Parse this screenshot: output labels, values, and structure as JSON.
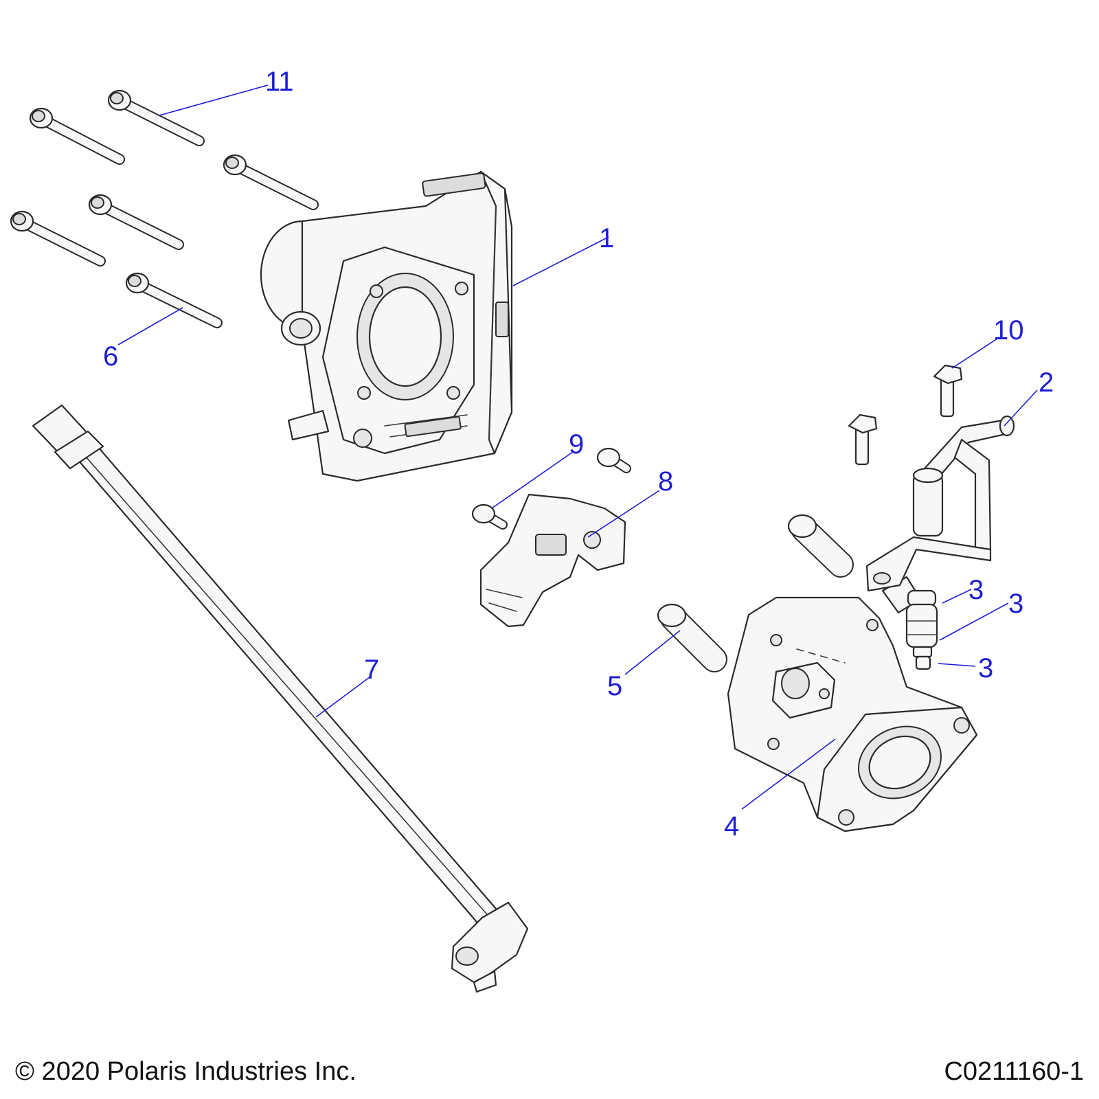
{
  "callouts": [
    {
      "id": "1",
      "label": "1"
    },
    {
      "id": "2",
      "label": "2"
    },
    {
      "id": "3a",
      "label": "3"
    },
    {
      "id": "3b",
      "label": "3"
    },
    {
      "id": "3c",
      "label": "3"
    },
    {
      "id": "4",
      "label": "4"
    },
    {
      "id": "5",
      "label": "5"
    },
    {
      "id": "6",
      "label": "6"
    },
    {
      "id": "7",
      "label": "7"
    },
    {
      "id": "8",
      "label": "8"
    },
    {
      "id": "9",
      "label": "9"
    },
    {
      "id": "10",
      "label": "10"
    },
    {
      "id": "11",
      "label": "11"
    }
  ],
  "footer": {
    "copyright": "© 2020 Polaris Industries Inc.",
    "figure_id": "C0211160-1"
  },
  "colors": {
    "callout": "#1c1cd6",
    "line": "#2a2a2a"
  }
}
